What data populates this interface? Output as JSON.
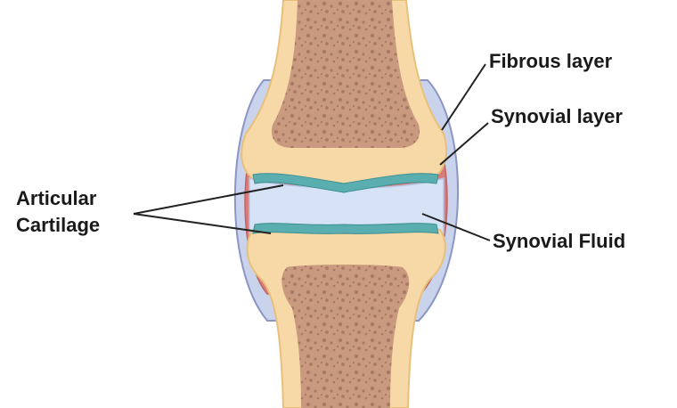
{
  "labels": {
    "fibrous_layer": "Fibrous layer",
    "synovial_layer": "Synovial layer",
    "synovial_fluid": "Synovial Fluid",
    "articular_cartilage_line1": "Articular",
    "articular_cartilage_line2": "Cartilage"
  },
  "colors": {
    "bone_outer": "#f6d9a6",
    "bone_outline": "#e8c07c",
    "marrow": "#c99a80",
    "marrow_spot": "#a97a63",
    "cartilage": "#5aaeb0",
    "capsule_fill": "#c9d3ec",
    "capsule_outline": "#8c96c4",
    "synovial_membrane": "#d97b7b",
    "fluid": "#d6e2f6",
    "leader_line": "#222222"
  }
}
